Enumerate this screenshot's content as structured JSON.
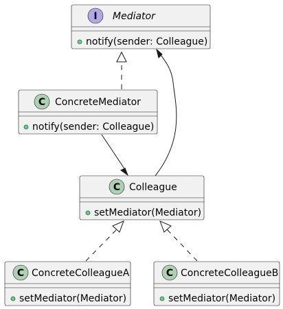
{
  "diagram": {
    "classes": {
      "mediator": {
        "stereotype_letter": "I",
        "stereotype_kind": "interface",
        "name": "Mediator",
        "methods": [
          "notify(sender: Colleague)"
        ]
      },
      "concrete_mediator": {
        "stereotype_letter": "C",
        "stereotype_kind": "class",
        "name": "ConcreteMediator",
        "methods": [
          "notify(sender: Colleague)"
        ]
      },
      "colleague": {
        "stereotype_letter": "C",
        "stereotype_kind": "class",
        "name": "Colleague",
        "methods": [
          "setMediator(Mediator)"
        ]
      },
      "concrete_colleague_a": {
        "stereotype_letter": "C",
        "stereotype_kind": "class",
        "name": "ConcreteColleagueA",
        "methods": [
          "setMediator(Mediator)"
        ]
      },
      "concrete_colleague_b": {
        "stereotype_letter": "C",
        "stereotype_kind": "class",
        "name": "ConcreteColleagueB",
        "methods": [
          "setMediator(Mediator)"
        ]
      }
    },
    "relations": [
      {
        "from": "ConcreteMediator",
        "to": "Mediator",
        "kind": "realization"
      },
      {
        "from": "Colleague",
        "to": "Mediator",
        "kind": "association"
      },
      {
        "from": "ConcreteMediator",
        "to": "Colleague",
        "kind": "association"
      },
      {
        "from": "ConcreteColleagueA",
        "to": "Colleague",
        "kind": "realization"
      },
      {
        "from": "ConcreteColleagueB",
        "to": "Colleague",
        "kind": "realization"
      }
    ],
    "colors": {
      "box_fill": "#f1f1f1",
      "border": "#181818",
      "class_badge": "#add1b2",
      "interface_badge": "#b4a7e5",
      "public_dot": "#84be84"
    }
  }
}
